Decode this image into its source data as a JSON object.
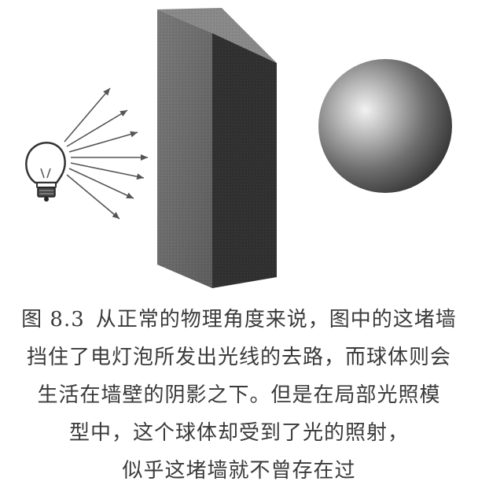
{
  "figure": {
    "light_bulb_icon": "light-bulb-icon",
    "colors": {
      "wall_front": "#6f6f6f",
      "wall_side": "#2f2f2f",
      "wall_top": "#8a8a8a",
      "sphere_highlight": "#f2f2f2",
      "sphere_shadow": "#2a2a2a",
      "rays": "#555555"
    }
  },
  "caption": {
    "label": "图 8.3",
    "lines": [
      "从正常的物理角度来说，图中的这堵墙",
      "挡住了电灯泡所发出光线的去路，而球体则会",
      "生活在墙壁的阴影之下。但是在局部光照模",
      "型中，这个球体却受到了光的照射，",
      "似乎这堵墙就不曾存在过"
    ]
  }
}
